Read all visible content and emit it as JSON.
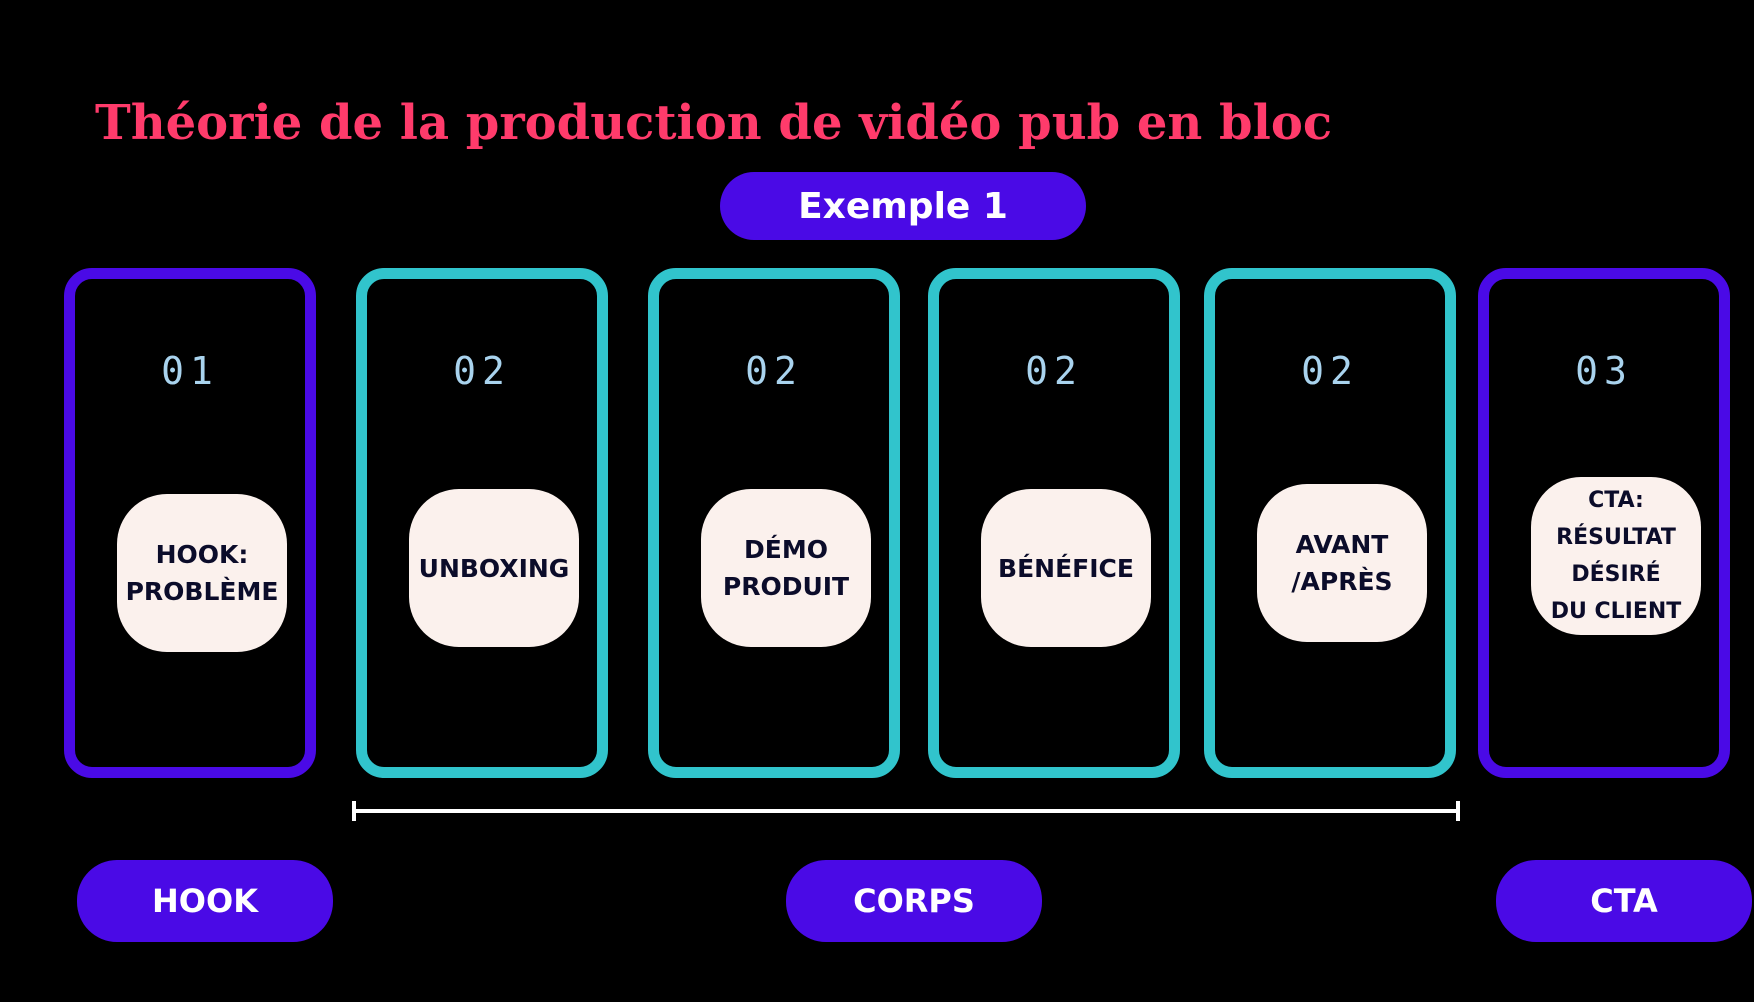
{
  "title": "Théorie de la production de vidéo pub en bloc",
  "example_label": "Exemple 1",
  "colors": {
    "background": "#000000",
    "title": "#ff3b6b",
    "pill": "#4a0ae6",
    "card_purple": "#4a0ae6",
    "card_teal": "#31c4cc",
    "number": "#a9d3ee",
    "box": "#fbf1ed",
    "box_text": "#0b0c2a"
  },
  "cards": [
    {
      "number": "01",
      "label": "HOOK:\nPROBLÈME",
      "border": "purple"
    },
    {
      "number": "02",
      "label": "UNBOXING",
      "border": "teal"
    },
    {
      "number": "02",
      "label": "DÉMO\nPRODUIT",
      "border": "teal"
    },
    {
      "number": "02",
      "label": "BÉNÉFICE",
      "border": "teal"
    },
    {
      "number": "02",
      "label": "AVANT\n/APRÈS",
      "border": "teal"
    },
    {
      "number": "03",
      "label": "CTA:\nRÉSULTAT\nDÉSIRÉ\nDU CLIENT",
      "border": "purple"
    }
  ],
  "sections": [
    {
      "label": "HOOK"
    },
    {
      "label": "CORPS"
    },
    {
      "label": "CTA"
    }
  ]
}
